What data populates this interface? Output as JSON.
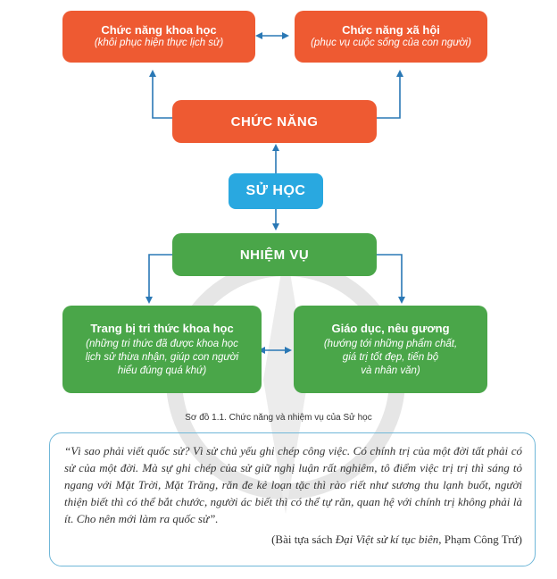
{
  "nodes": {
    "science": {
      "title": "Chức năng khoa học",
      "subtitle": "(khôi phục hiện thực lịch sử)"
    },
    "society": {
      "title": "Chức năng xã hội",
      "subtitle": "(phục vụ cuộc sống của con người)"
    },
    "function": {
      "title": "CHỨC NĂNG"
    },
    "history": {
      "title": "SỬ HỌC"
    },
    "mission": {
      "title": "NHIỆM VỤ"
    },
    "knowledge": {
      "title": "Trang bị tri thức khoa học",
      "lines": [
        "(những tri thức đã được khoa học",
        "lịch sử thừa nhận, giúp con người",
        "hiểu đúng quá khứ)"
      ]
    },
    "education": {
      "title": "Giáo dục, nêu gương",
      "lines": [
        "(hướng tới những phẩm chất,",
        "giá trị tốt đẹp, tiến bộ",
        "và nhân văn)"
      ]
    }
  },
  "caption": "Sơ đồ 1.1. Chức năng và nhiệm vụ của Sử học",
  "quote": {
    "text": "“Vì sao phải viết quốc sử? Vì sử chủ yếu ghi chép công việc. Có chính trị của một đời tất phải có sử của một đời. Mà sự ghi chép của sử giữ nghị luận rất nghiêm, tô điểm việc trị trị thì sáng tỏ ngang với Mặt Trời, Mặt Trăng, răn đe kẻ loạn tặc thì rào riết như sương thu lạnh buốt, người thiện biết thì có thể bắt chước, người ác biết thì có thể tự răn, quan hệ với chính trị không phải là ít. Cho nên mới làm ra quốc sử”.",
    "source_prefix": "(Bài tựa sách ",
    "source_title": "Đại Việt sử kí tục biên",
    "source_suffix": ", Phạm Công Trứ)"
  },
  "colors": {
    "orange": "#ee5a32",
    "green": "#4aa649",
    "blue": "#29a8e0",
    "arrow": "#2a78b5",
    "border": "#6fb7d8"
  }
}
